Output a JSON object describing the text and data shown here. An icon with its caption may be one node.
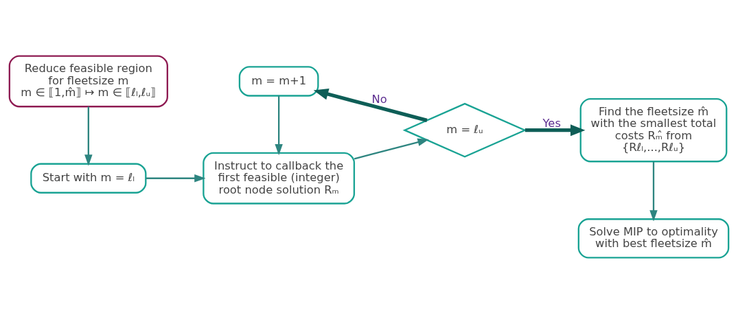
{
  "diagram": {
    "nodes": [
      {
        "text": [
          "Reduce feasible region for fleetsize m",
          "m ∈ ⟦1,m̂⟧ ↦ m ∈ ⟦ℓₗ,ℓᵤ⟧"
        ]
      },
      {
        "text": [
          "Start with m = ℓₗ"
        ]
      },
      {
        "text": [
          "Instruct to callback the first feasible (integer) root node solution Rₘ"
        ]
      },
      {
        "text": [
          "m = ℓᵤ"
        ]
      },
      {
        "text": [
          "Find the fleetsize m̂ with the smallest total costs Rₘ̂ from {Rℓₗ,...,Rℓᵤ}"
        ]
      },
      {
        "text": [
          "Solve MIP to optimality with best fleetsize m̂"
        ]
      },
      {
        "text": [
          "m = m+1"
        ]
      }
    ],
    "edges": [
      {
        "from": 0,
        "to": 1,
        "arrow": "to"
      },
      {
        "from": 1,
        "to": 2,
        "arrow": "to"
      },
      {
        "from": 2,
        "to": 3,
        "arrow": "to"
      },
      {
        "from": 3,
        "to": 4,
        "arrow": "to",
        "label": "Yes",
        "style": "thick",
        "color": "#0e5e57"
      },
      {
        "from": 4,
        "to": 5,
        "arrow": "to"
      },
      {
        "from": 3,
        "to": 6,
        "arrow": "to",
        "label": "No",
        "style": "thick",
        "color": "#0e5e57"
      },
      {
        "from": 6,
        "to": 2,
        "arrow": "to"
      }
    ]
  }
}
